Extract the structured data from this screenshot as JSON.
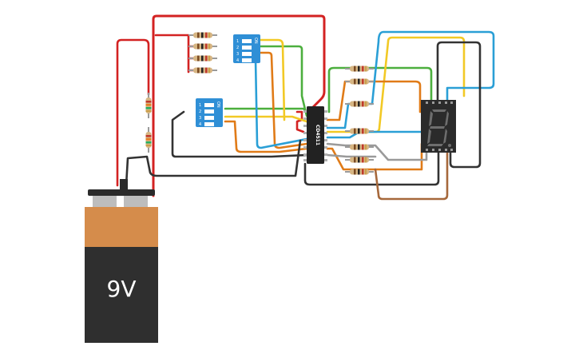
{
  "battery": {
    "label": "9V",
    "body_color": "#2f2f2f",
    "band_color": "#d58c4b",
    "terminal_color": "#2b2b2b"
  },
  "chip": {
    "label": "CD4511",
    "color": "#222222"
  },
  "dip_switch_top": {
    "on_label": "ON",
    "pins": [
      "1",
      "2",
      "3",
      "4"
    ],
    "color": "#2f8fd6"
  },
  "dip_switch_left": {
    "on_label": "ON",
    "pins": [
      "1",
      "2",
      "3",
      "4"
    ],
    "color": "#2f8fd6"
  },
  "display": {
    "digit": "8",
    "segment_color": "#6e6e6e",
    "body_color": "#2b2b2b"
  },
  "wire_colors": {
    "red": "#d32222",
    "green": "#4caf3e",
    "yellow": "#f2c925",
    "orange": "#e07b18",
    "blue": "#2a9fd6",
    "black": "#333333",
    "gray": "#9a9a9a",
    "brown": "#a6683b"
  }
}
